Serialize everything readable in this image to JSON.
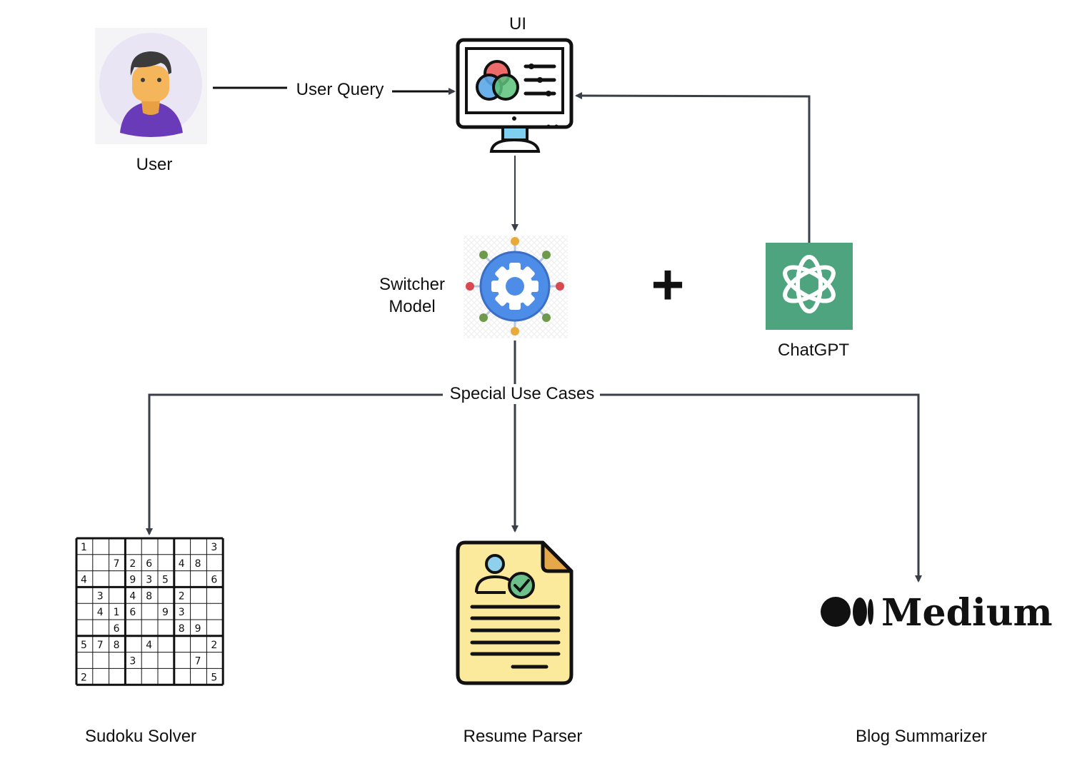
{
  "nodes": {
    "user": {
      "label": "User",
      "icon": "user-avatar-icon"
    },
    "ui": {
      "label": "UI",
      "icon": "monitor-icon"
    },
    "switcher": {
      "label_line1": "Switcher",
      "label_line2": "Model",
      "icon": "gear-network-icon"
    },
    "chatgpt": {
      "label": "ChatGPT",
      "icon": "openai-logo-icon"
    },
    "sudoku": {
      "label": "Sudoku Solver",
      "icon": "sudoku-grid-icon"
    },
    "resume": {
      "label": "Resume Parser",
      "icon": "resume-document-icon"
    },
    "blog": {
      "label": "Blog Summarizer",
      "icon": "medium-logo-icon"
    }
  },
  "edges": {
    "user_query": "User Query",
    "special_use_cases": "Special Use Cases"
  },
  "plus_symbol": "+",
  "medium_wordmark": "Medium",
  "sudoku_grid": [
    [
      "1",
      "",
      "",
      "",
      "",
      "",
      "",
      "",
      "3"
    ],
    [
      "",
      "",
      "7",
      "2",
      "6",
      "",
      "4",
      "8",
      ""
    ],
    [
      "4",
      "",
      "",
      "9",
      "3",
      "5",
      "",
      "",
      "6"
    ],
    [
      "",
      "3",
      "",
      "4",
      "8",
      "",
      "2",
      "",
      ""
    ],
    [
      "",
      "4",
      "1",
      "6",
      "",
      "9",
      "3",
      "",
      ""
    ],
    [
      "",
      "",
      "6",
      "",
      "",
      "",
      "8",
      "9",
      ""
    ],
    [
      "5",
      "7",
      "8",
      "",
      "4",
      "",
      "",
      "",
      "2"
    ],
    [
      "",
      "",
      "",
      "3",
      "",
      "",
      "",
      "7",
      ""
    ],
    [
      "2",
      "",
      "",
      "",
      "",
      "",
      "",
      "",
      "5"
    ]
  ],
  "colors": {
    "line": "#3a3f47",
    "chatgpt_bg": "#4ea47e",
    "resume_paper": "#fbe99c",
    "resume_fold": "#e6a94a",
    "avatar_bg": "#e9e5f4",
    "avatar_shirt": "#6a3bb8",
    "avatar_skin": "#f5b55a",
    "gear_blue": "#4d8de8"
  }
}
